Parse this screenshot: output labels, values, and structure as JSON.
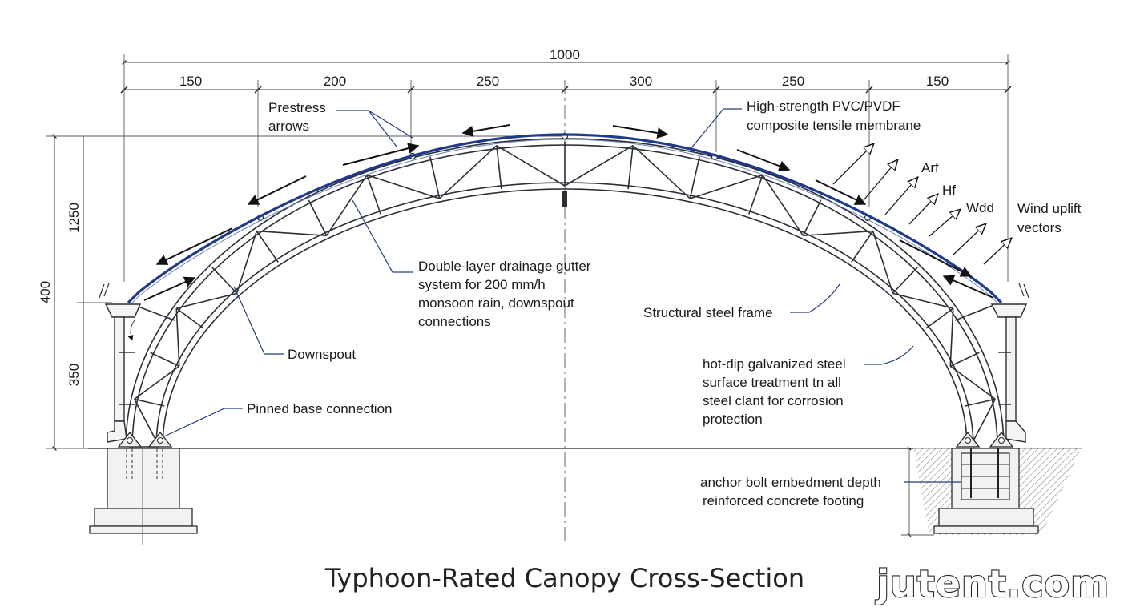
{
  "dimensions": {
    "overall": "1000",
    "segments": [
      "150",
      "200",
      "250",
      "300",
      "250",
      "150"
    ],
    "height_total": "400",
    "height_upper": "1250",
    "height_lower": "350"
  },
  "labels": {
    "prestress": [
      "Prestress",
      "arrows"
    ],
    "membrane": [
      "High-strength PVC/PVDF",
      "composite tensile membrane"
    ],
    "gutter": [
      "Double-layer drainage gutter",
      "system for 200 mm/h",
      "monsoon rain, downspout",
      "connections"
    ],
    "frame": "Structural steel frame",
    "downspout": "Downspout",
    "base": "Pinned base connection",
    "galvanized": [
      "hot-dip galvanized steel",
      "surface treatment tn all",
      "steel clant for corrosion",
      "protection"
    ],
    "anchor": [
      "anchor bolt embedment depth",
      "reinforced concrete footing"
    ],
    "wind_uplift": [
      "Wind uplift",
      "vectors"
    ],
    "wind_codes": [
      "Arf",
      "Hf",
      "Wdd"
    ]
  },
  "title": "Typhoon-Rated Canopy Cross-Section",
  "brand": "jutent.com",
  "colors": {
    "membrane": "#1f3a8a",
    "steel": "#2b2f36",
    "leader": "#243c7a"
  }
}
